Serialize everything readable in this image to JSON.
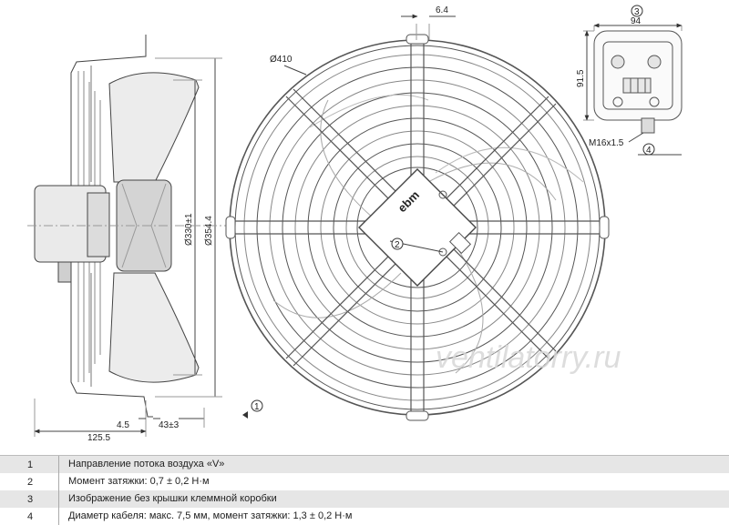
{
  "dimensions": {
    "grille_diameter": "Ø410",
    "blade_diameter": "Ø330±1",
    "mount_diameter": "Ø354.4",
    "top_offset": "6.4",
    "depth_total": "125.5",
    "depth_small": "4.5",
    "depth_fan": "43±3",
    "box_width": "94",
    "box_height": "91.5",
    "cable_gland": "M16x1.5"
  },
  "markers": {
    "m1": "1",
    "m2": "2",
    "m3": "3",
    "m4": "4"
  },
  "brand": "ebm",
  "watermark": "ventilatorry.ru",
  "legend": [
    {
      "num": "1",
      "text": "Направление потока воздуха «V»"
    },
    {
      "num": "2",
      "text": "Момент затяжки: 0,7 ± 0,2 Н·м"
    },
    {
      "num": "3",
      "text": "Изображение без крышки клеммной коробки"
    },
    {
      "num": "4",
      "text": "Диаметр кабеля: макс. 7,5 мм, момент затяжки: 1,3 ± 0,2 Н·м"
    }
  ]
}
